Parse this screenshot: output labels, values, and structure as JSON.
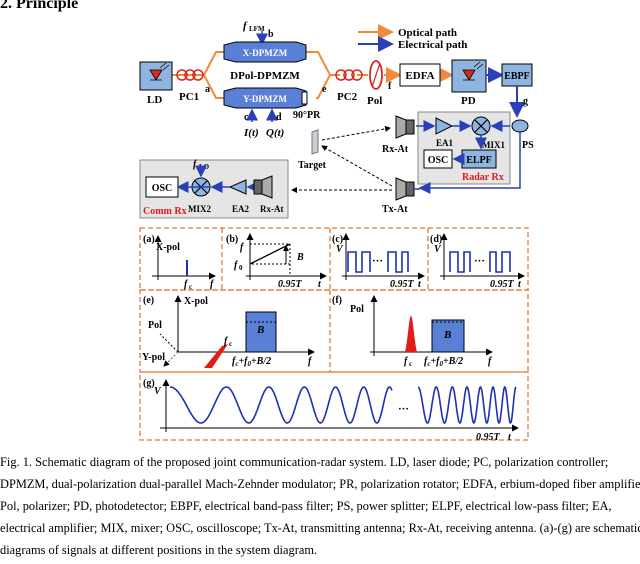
{
  "section_heading": "2. Principle",
  "legend": {
    "optical": "Optical path",
    "electrical": "Electrical path"
  },
  "colors": {
    "optical": "#f08a3c",
    "electrical": "#2b3fb8",
    "component": "#8fb4e0",
    "dash_box": "#e07b39",
    "signal": "#1f2fb5",
    "red": "#e21b1b"
  },
  "components": {
    "ld": "LD",
    "pc1": "PC1",
    "pc2": "PC2",
    "a": "a",
    "b": "b",
    "c": "c",
    "d": "d",
    "e": "e",
    "f": "f",
    "g": "g",
    "flfm": "f",
    "flfm_sub": "LFM",
    "xdpmzm": "X-DPMZM",
    "ydpmzm": "Y-DPMZM",
    "dpol": "DPol-DPMZM",
    "pr": "90°PR",
    "it": "I(t)",
    "qt": "Q(t)",
    "pol": "Pol",
    "edfa": "EDFA",
    "pd": "PD",
    "ebpf": "EBPF",
    "ps": "PS",
    "rx_at": "Rx-At",
    "tx_at": "Tx-At",
    "target": "Target",
    "ea1": "EA1",
    "mix1": "MIX1",
    "osc": "OSC",
    "elpf": "ELPF",
    "radar_rx": "Radar Rx",
    "flo": "f",
    "flo_sub": "LO",
    "mix2": "MIX2",
    "ea2": "EA2",
    "comm_rx": "Comm Rx"
  },
  "panels": {
    "a": {
      "tag": "(a)",
      "ylabel": "X-pol",
      "xtick": "f",
      "xtick_sub": "c",
      "xlabel": "f"
    },
    "b": {
      "tag": "(b)",
      "ylabel": "f",
      "y0": "f",
      "y0_sub": "0",
      "bw": "B",
      "xtick": "0.95T",
      "xlabel": "t"
    },
    "c": {
      "tag": "(c)",
      "ylabel": "V",
      "dots": "···",
      "xtick": "0.95T",
      "xlabel": "t"
    },
    "d": {
      "tag": "(d)",
      "ylabel": "V",
      "dots": "···",
      "xtick": "0.95T",
      "xlabel": "t"
    },
    "e": {
      "tag": "(e)",
      "xpol": "X-pol",
      "pol": "Pol",
      "ypol": "Y-pol",
      "fc": "f",
      "fc_sub": "c",
      "bw": "B",
      "xtick": "f",
      "xtick_sub": "c",
      "xtick_rest": "+f",
      "xtick_rest_sub": "0",
      "xtick_end": "+B/2",
      "xlabel": "f"
    },
    "f": {
      "tag": "(f)",
      "ylabel": "Pol",
      "bw": "B",
      "fc": "f",
      "fc_sub": "c",
      "xtick": "f",
      "xtick_sub": "c",
      "xtick_rest": "+f",
      "xtick_rest_sub": "0",
      "xtick_end": "+B/2",
      "xlabel": "f"
    },
    "g": {
      "tag": "(g)",
      "ylabel": "V",
      "dots": "···",
      "xtick": "0.95T",
      "xlabel": "t"
    }
  },
  "caption_lines": [
    "Fig. 1. Schematic diagram of the proposed joint communication-radar system. LD, laser diode; PC, polarization controller;",
    "DPMZM, dual-polarization dual-parallel Mach-Zehnder modulator; PR, polarization rotator; EDFA, erbium-doped fiber amplifier;",
    "Pol, polarizer; PD, photodetector; EBPF, electrical band-pass filter; PS, power splitter; ELPF, electrical low-pass filter; EA,",
    "electrical amplifier; MIX, mixer; OSC, oscilloscope; Tx-At, transmitting antenna; Rx-At, receiving antenna. (a)-(g) are schematic",
    "diagrams of signals at different positions in the system diagram."
  ]
}
